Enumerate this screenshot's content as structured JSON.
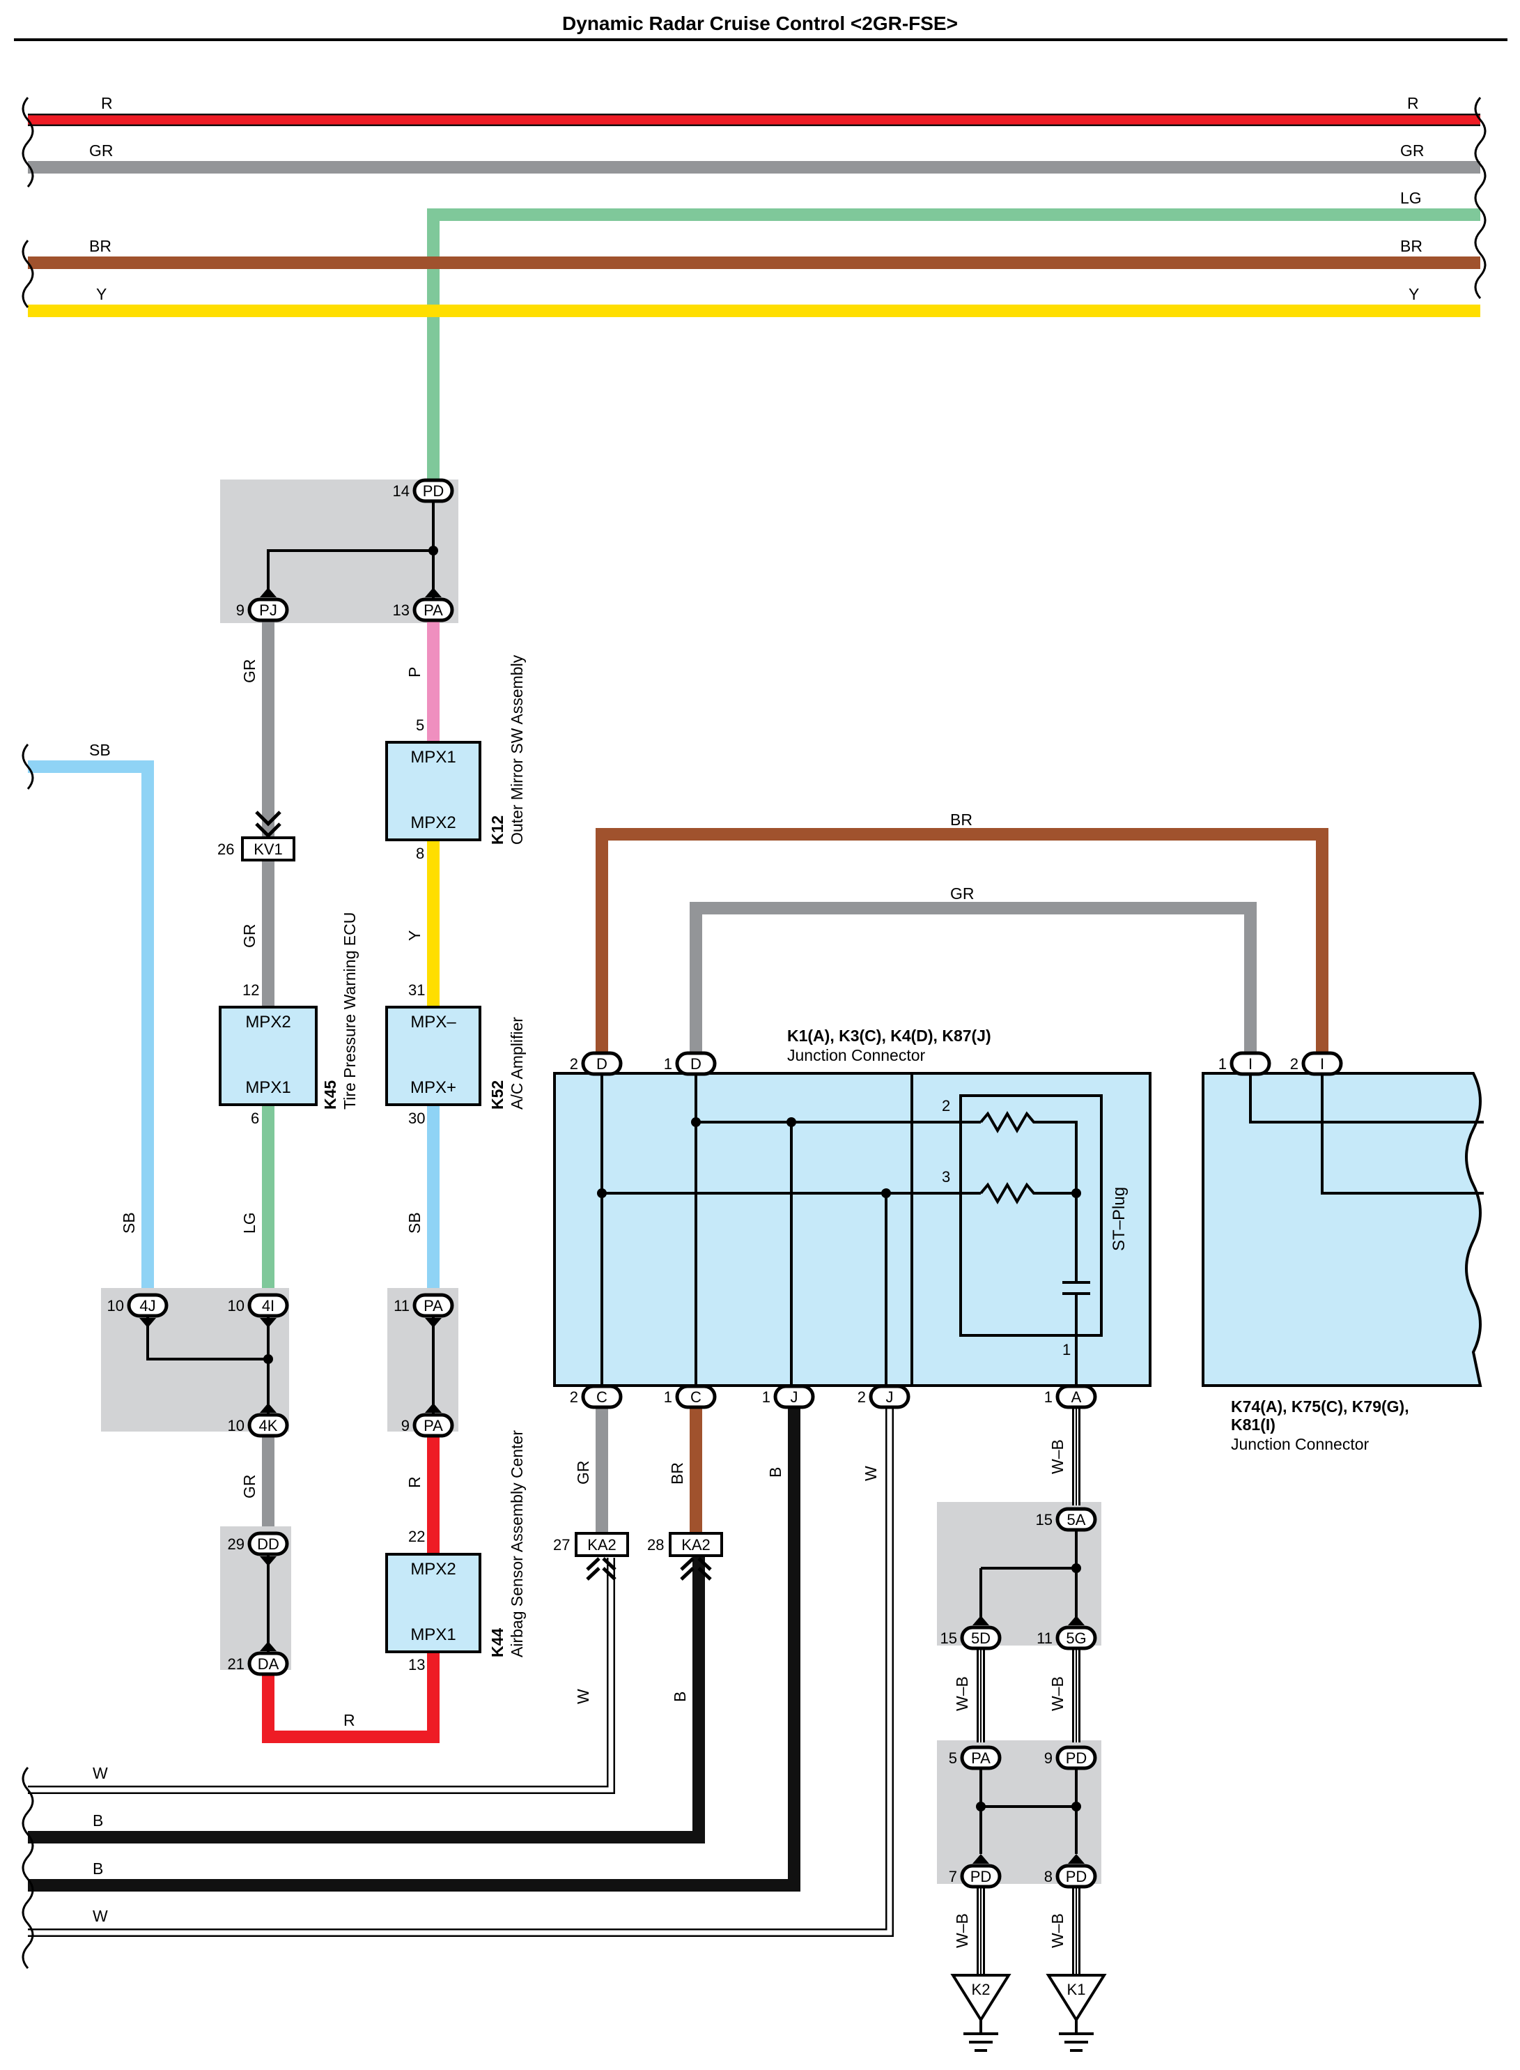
{
  "title": "Dynamic Radar Cruise Control <2GR-FSE>",
  "colors": {
    "R": "#ee1c25",
    "GR": "#939598",
    "LG": "#7fc89a",
    "BR": "#a0522d",
    "Y": "#ffde00",
    "SB": "#8fd3f5",
    "P": "#ef8fbf",
    "B": "#111111",
    "W": "#ffffff",
    "box": "#c6e9f9",
    "shade": "#d2d3d5"
  },
  "bus_wires": {
    "R": "R",
    "GR": "GR",
    "LG": "LG",
    "BR": "BR",
    "Y": "Y",
    "W1": "W",
    "B1": "B",
    "B2": "B",
    "W2": "W",
    "SB": "SB"
  },
  "wire_labels": {
    "gr_left_top": "GR",
    "p_top": "P",
    "gr_left_mid": "GR",
    "y_mid": "Y",
    "sb_left": "SB",
    "lg_left": "LG",
    "sb_mid": "SB",
    "gr_left_low": "GR",
    "r_mid": "R",
    "r_bottom": "R",
    "br_top": "BR",
    "gr_top": "GR",
    "gr_low": "GR",
    "br_low": "BR",
    "b_low": "B",
    "w_low": "W",
    "wb_1": "W–B",
    "wb_2": "W–B",
    "wb_3": "W–B",
    "w_bottom": "W",
    "b_bottom": "B",
    "wb_4": "W–B",
    "wb_5": "W–B"
  },
  "components": {
    "k12": {
      "code": "K12",
      "name": "Outer Mirror SW Assembly",
      "pin_top_label": "MPX1",
      "pin_bottom_label": "MPX2",
      "pin_top": "5",
      "pin_bottom": "8"
    },
    "k52": {
      "code": "K52",
      "name": "A/C Amplifier",
      "pin_top_label": "MPX–",
      "pin_bottom_label": "MPX+",
      "pin_top": "31",
      "pin_bottom": "30"
    },
    "k45": {
      "code": "K45",
      "name": "Tire Pressure Warning ECU",
      "pin_top_label": "MPX2",
      "pin_bottom_label": "MPX1",
      "pin_top": "12",
      "pin_bottom": "6"
    },
    "k44": {
      "code": "K44",
      "name": "Airbag Sensor Assembly Center",
      "pin_top_label": "MPX2",
      "pin_bottom_label": "MPX1",
      "pin_top": "22",
      "pin_bottom": "13"
    },
    "jc1": {
      "codes": "K1(A), K3(C), K4(D), K87(J)",
      "name": "Junction Connector",
      "st_plug": "ST–Plug"
    },
    "jc2": {
      "codes_line1": "K74(A), K75(C), K79(G),",
      "codes_line2": "K81(I)",
      "name": "Junction Connector"
    }
  },
  "connectors": {
    "pd14": {
      "num": "14",
      "id": "PD"
    },
    "pj9": {
      "num": "9",
      "id": "PJ"
    },
    "pa13": {
      "num": "13",
      "id": "PA"
    },
    "kv1": {
      "num": "26",
      "id": "KV1"
    },
    "c4j": {
      "num": "10",
      "id": "4J"
    },
    "c4i": {
      "num": "10",
      "id": "4I"
    },
    "c4k": {
      "num": "10",
      "id": "4K"
    },
    "pa11": {
      "num": "11",
      "id": "PA"
    },
    "pa9": {
      "num": "9",
      "id": "PA"
    },
    "dd29": {
      "num": "29",
      "id": "DD"
    },
    "da21": {
      "num": "21",
      "id": "DA"
    },
    "d2": {
      "num": "2",
      "id": "D"
    },
    "d1": {
      "num": "1",
      "id": "D"
    },
    "i1": {
      "num": "1",
      "id": "I"
    },
    "i2": {
      "num": "2",
      "id": "I"
    },
    "c2": {
      "num": "2",
      "id": "C"
    },
    "c1": {
      "num": "1",
      "id": "C"
    },
    "j1": {
      "num": "1",
      "id": "J"
    },
    "j2": {
      "num": "2",
      "id": "J"
    },
    "a1": {
      "num": "1",
      "id": "A"
    },
    "ka2_27": {
      "num": "27",
      "id": "KA2"
    },
    "ka2_28": {
      "num": "28",
      "id": "KA2"
    },
    "c5a": {
      "num": "15",
      "id": "5A"
    },
    "c5d": {
      "num": "15",
      "id": "5D"
    },
    "c5g": {
      "num": "11",
      "id": "5G"
    },
    "pa5": {
      "num": "5",
      "id": "PA"
    },
    "pd9": {
      "num": "9",
      "id": "PD"
    },
    "pd7": {
      "num": "7",
      "id": "PD"
    },
    "pd8": {
      "num": "8",
      "id": "PD"
    }
  },
  "internal_pins": {
    "p2": "2",
    "p3": "3",
    "p1": "1"
  },
  "grounds": {
    "k2": "K2",
    "k1": "K1"
  }
}
